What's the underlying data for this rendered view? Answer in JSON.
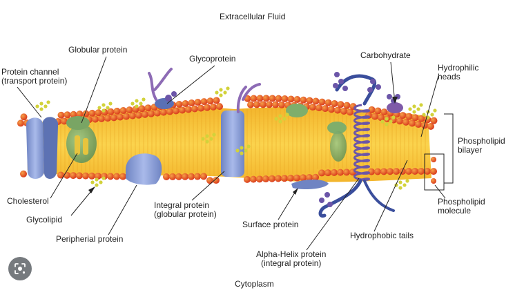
{
  "diagram": {
    "top_label": "Extracellular Fluid",
    "bottom_label": "Cytoplasm",
    "labels": {
      "globular_protein": "Globular protein",
      "glycoprotein": "Glycoprotein",
      "carbohydrate": "Carbohydrate",
      "hydrophilic_heads": "Hydrophilic\nheads",
      "protein_channel": "Protein channel\n(transport protein)",
      "phospholipid_bilayer": "Phospholipid\nbilayer",
      "cholesterol": "Cholesterol",
      "glycolipid": "Glycolipid",
      "peripherial_protein": "Peripherial protein",
      "integral_protein": "Integral protein\n(globular protein)",
      "surface_protein": "Surface protein",
      "hydrophobic_tails": "Hydrophobic tails",
      "phospholipid_molecule": "Phospholipid\nmolecule",
      "alpha_helix_protein": "Alpha-Helix protein\n(integral protein)"
    }
  },
  "colors": {
    "head_red": "#e2401a",
    "head_orange": "#f08a1e",
    "tail_yellow": "#f6c338",
    "protein_blue": "#8fa3d6",
    "protein_green": "#7fae6b",
    "helix_purple": "#6b55a8",
    "carb_purple": "#8d6bb5",
    "sugar_yellow": "#e0d33a"
  },
  "icons": {
    "lens": "google-lens-icon"
  }
}
